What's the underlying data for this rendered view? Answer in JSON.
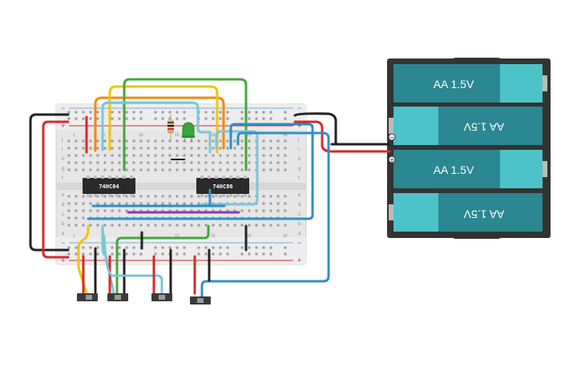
{
  "circuit": {
    "chips": [
      {
        "id": "chip1",
        "label": "74HC04"
      },
      {
        "id": "chip2",
        "label": "74HC86"
      }
    ],
    "battery": {
      "cells": [
        {
          "label": "AA 1.5V",
          "orientation": "normal"
        },
        {
          "label": "AA 1.5V",
          "orientation": "flipped"
        },
        {
          "label": "AA 1.5V",
          "orientation": "normal"
        },
        {
          "label": "AA 1.5V",
          "orientation": "flipped"
        }
      ],
      "terminal_minus": "−",
      "terminal_plus": "+"
    },
    "breadboard": {
      "rail_plus": "+",
      "rail_minus": "−",
      "row_letters_top": [
        "j",
        "i",
        "h",
        "g",
        "f"
      ],
      "row_letters_bottom": [
        "e",
        "d",
        "c",
        "b",
        "a"
      ],
      "column_numbers": [
        "1",
        "5",
        "10",
        "15",
        "20",
        "25",
        "30"
      ]
    },
    "led": {
      "color": "#3aa53a"
    },
    "switch_count": 4,
    "colors": {
      "wire_red": "#d42a2a",
      "wire_black": "#222222",
      "wire_yellow": "#f2c400",
      "wire_orange": "#ee8a12",
      "wire_green": "#43a83a",
      "wire_lightblue": "#7cc6d6",
      "wire_blue": "#2f8fc7",
      "wire_purple": "#8a3ab8",
      "battery_cell": "#2b8790",
      "battery_cap": "#4cc3c8",
      "battery_case": "#333333"
    }
  }
}
